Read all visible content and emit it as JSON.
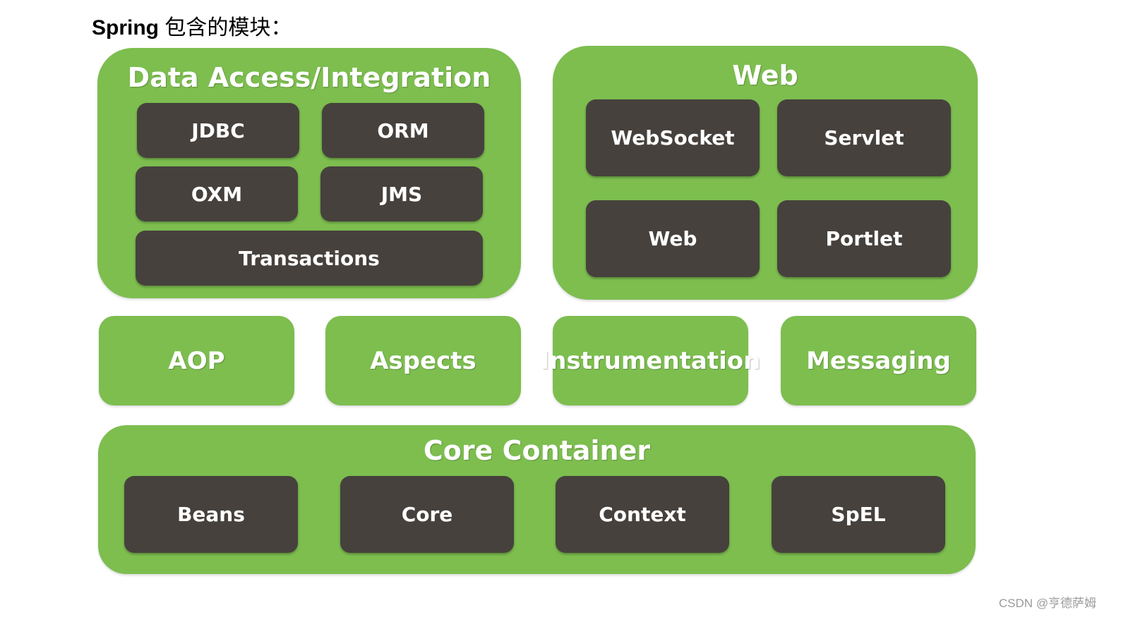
{
  "heading": {
    "bold": "Spring",
    "rest": " 包含的模块："
  },
  "colors": {
    "group_green": "#7dbe4f",
    "module_dark": "#46413d",
    "text_white": "#ffffff"
  },
  "data_access": {
    "title": "Data Access/Integration",
    "modules": [
      "JDBC",
      "ORM",
      "OXM",
      "JMS",
      "Transactions"
    ]
  },
  "web": {
    "title": "Web",
    "modules": [
      "WebSocket",
      "Servlet",
      "Web",
      "Portlet"
    ]
  },
  "middle": [
    "AOP",
    "Aspects",
    "Instrumentation",
    "Messaging"
  ],
  "core_container": {
    "title": "Core Container",
    "modules": [
      "Beans",
      "Core",
      "Context",
      "SpEL"
    ]
  },
  "watermark": "CSDN @亨德萨姆"
}
